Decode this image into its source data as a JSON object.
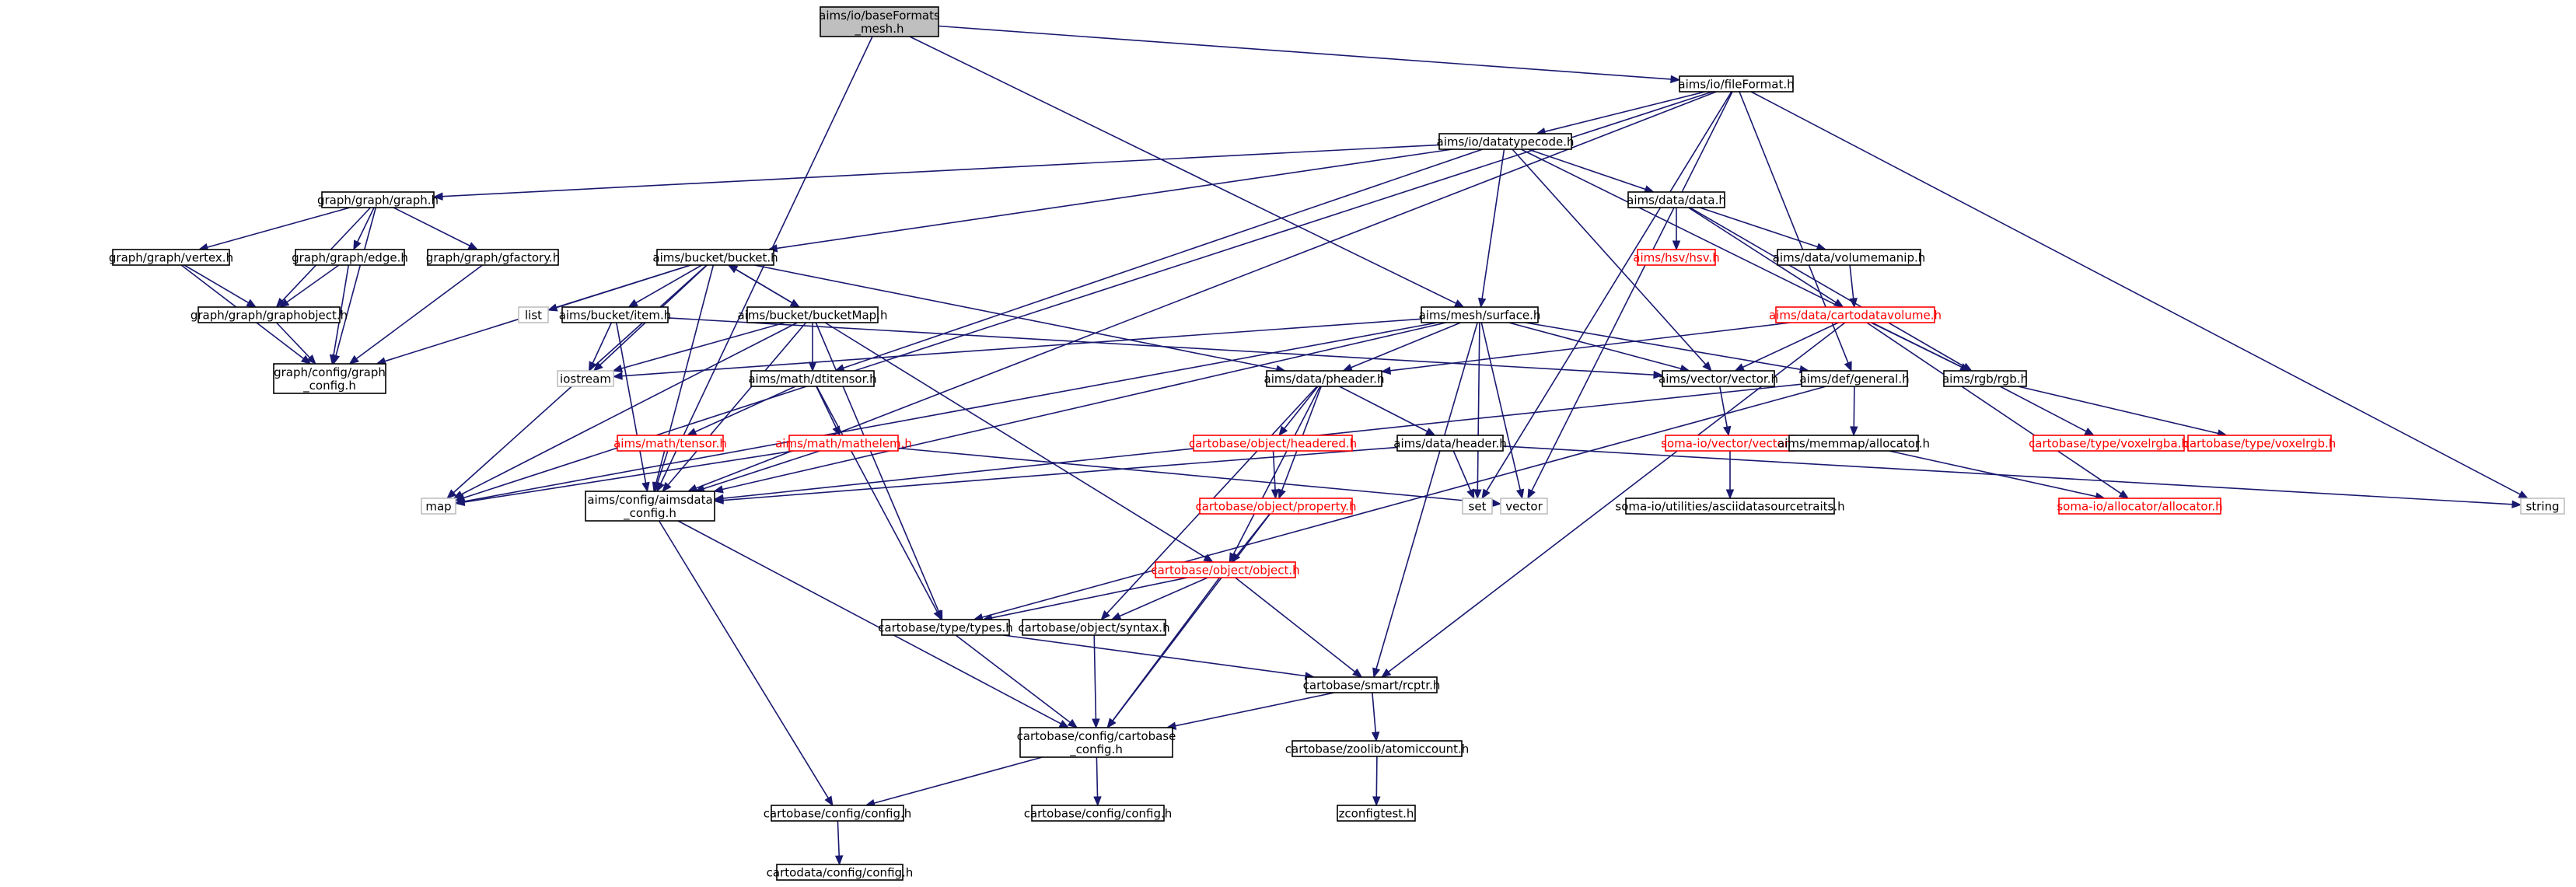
{
  "colors": {
    "edge": "#191970",
    "root_fill": "#bfbfbf",
    "node_border": "#000000",
    "missing_border": "#ff0000",
    "missing_text": "#ff0000",
    "system_border": "#bfbfbf",
    "text": "#000000"
  },
  "nodes": [
    {
      "id": "root",
      "label": [
        "aims/io/baseFormats",
        "_mesh.h"
      ],
      "style": "root"
    },
    {
      "id": "fileFormat",
      "label": [
        "aims/io/fileFormat.h"
      ],
      "style": "normal"
    },
    {
      "id": "datatypecode",
      "label": [
        "aims/io/datatypecode.h"
      ],
      "style": "normal"
    },
    {
      "id": "ggraph",
      "label": [
        "graph/graph/graph.h"
      ],
      "style": "normal"
    },
    {
      "id": "datah",
      "label": [
        "aims/data/data.h"
      ],
      "style": "normal"
    },
    {
      "id": "vertex",
      "label": [
        "graph/graph/vertex.h"
      ],
      "style": "normal"
    },
    {
      "id": "edgeh",
      "label": [
        "graph/graph/edge.h"
      ],
      "style": "normal"
    },
    {
      "id": "gfactory",
      "label": [
        "graph/graph/gfactory.h"
      ],
      "style": "normal"
    },
    {
      "id": "bucket",
      "label": [
        "aims/bucket/bucket.h"
      ],
      "style": "normal"
    },
    {
      "id": "hsv",
      "label": [
        "aims/hsv/hsv.h"
      ],
      "style": "missing"
    },
    {
      "id": "volmanip",
      "label": [
        "aims/data/volumemanip.h"
      ],
      "style": "normal"
    },
    {
      "id": "graphobject",
      "label": [
        "graph/graph/graphobject.h"
      ],
      "style": "normal"
    },
    {
      "id": "list",
      "label": [
        "list"
      ],
      "style": "system"
    },
    {
      "id": "bitem",
      "label": [
        "aims/bucket/item.h"
      ],
      "style": "normal"
    },
    {
      "id": "bucketMap",
      "label": [
        "aims/bucket/bucketMap.h"
      ],
      "style": "normal"
    },
    {
      "id": "surface",
      "label": [
        "aims/mesh/surface.h"
      ],
      "style": "normal"
    },
    {
      "id": "cartovol",
      "label": [
        "aims/data/cartodatavolume.h"
      ],
      "style": "missing"
    },
    {
      "id": "gconfig",
      "label": [
        "graph/config/graph",
        "_config.h"
      ],
      "style": "normal"
    },
    {
      "id": "iostream",
      "label": [
        "iostream"
      ],
      "style": "system"
    },
    {
      "id": "dtitensor",
      "label": [
        "aims/math/dtitensor.h"
      ],
      "style": "normal"
    },
    {
      "id": "pheader",
      "label": [
        "aims/data/pheader.h"
      ],
      "style": "normal"
    },
    {
      "id": "vvector",
      "label": [
        "aims/vector/vector.h"
      ],
      "style": "normal"
    },
    {
      "id": "general",
      "label": [
        "aims/def/general.h"
      ],
      "style": "normal"
    },
    {
      "id": "rgb",
      "label": [
        "aims/rgb/rgb.h"
      ],
      "style": "normal"
    },
    {
      "id": "tensor",
      "label": [
        "aims/math/tensor.h"
      ],
      "style": "missing"
    },
    {
      "id": "mathelem",
      "label": [
        "aims/math/mathelem.h"
      ],
      "style": "missing"
    },
    {
      "id": "headered",
      "label": [
        "cartobase/object/headered.h"
      ],
      "style": "missing"
    },
    {
      "id": "header",
      "label": [
        "aims/data/header.h"
      ],
      "style": "normal"
    },
    {
      "id": "somavector",
      "label": [
        "soma-io/vector/vector.h"
      ],
      "style": "missing"
    },
    {
      "id": "mmalloc",
      "label": [
        "aims/memmap/allocator.h"
      ],
      "style": "normal"
    },
    {
      "id": "voxelrgba",
      "label": [
        "cartobase/type/voxelrgba.h"
      ],
      "style": "missing"
    },
    {
      "id": "voxelrgb",
      "label": [
        "cartobase/type/voxelrgb.h"
      ],
      "style": "missing"
    },
    {
      "id": "map",
      "label": [
        "map"
      ],
      "style": "system"
    },
    {
      "id": "aimsdata",
      "label": [
        "aims/config/aimsdata",
        "_config.h"
      ],
      "style": "normal"
    },
    {
      "id": "set",
      "label": [
        "set"
      ],
      "style": "system"
    },
    {
      "id": "vector",
      "label": [
        "vector"
      ],
      "style": "system"
    },
    {
      "id": "asciitraits",
      "label": [
        "soma-io/utilities/asciidatasourcetraits.h"
      ],
      "style": "normal"
    },
    {
      "id": "somaalloc",
      "label": [
        "soma-io/allocator/allocator.h"
      ],
      "style": "missing"
    },
    {
      "id": "string",
      "label": [
        "string"
      ],
      "style": "system"
    },
    {
      "id": "property",
      "label": [
        "cartobase/object/property.h"
      ],
      "style": "missing"
    },
    {
      "id": "object",
      "label": [
        "cartobase/object/object.h"
      ],
      "style": "missing"
    },
    {
      "id": "types",
      "label": [
        "cartobase/type/types.h"
      ],
      "style": "normal"
    },
    {
      "id": "syntax",
      "label": [
        "cartobase/object/syntax.h"
      ],
      "style": "normal"
    },
    {
      "id": "rcptr",
      "label": [
        "cartobase/smart/rcptr.h"
      ],
      "style": "normal"
    },
    {
      "id": "cartoconfig",
      "label": [
        "cartobase/config/cartobase",
        "_config.h"
      ],
      "style": "normal"
    },
    {
      "id": "atomiccount",
      "label": [
        "cartobase/zoolib/atomiccount.h"
      ],
      "style": "normal"
    },
    {
      "id": "config1",
      "label": [
        "cartobase/config/config.h"
      ],
      "style": "normal"
    },
    {
      "id": "config2",
      "label": [
        "cartobase/config/config.h"
      ],
      "style": "normal"
    },
    {
      "id": "zconfigtest",
      "label": [
        "zconfigtest.h"
      ],
      "style": "normal"
    },
    {
      "id": "cartodataconfig",
      "label": [
        "cartodata/config/config.h"
      ],
      "style": "normal"
    }
  ],
  "edges": [
    [
      "root",
      "fileFormat"
    ],
    [
      "root",
      "surface"
    ],
    [
      "root",
      "aimsdata"
    ],
    [
      "fileFormat",
      "datatypecode"
    ],
    [
      "fileFormat",
      "general"
    ],
    [
      "fileFormat",
      "vector"
    ],
    [
      "fileFormat",
      "string"
    ],
    [
      "fileFormat",
      "set"
    ],
    [
      "fileFormat",
      "map"
    ],
    [
      "fileFormat",
      "aimsdata"
    ],
    [
      "datatypecode",
      "ggraph"
    ],
    [
      "datatypecode",
      "datah"
    ],
    [
      "datatypecode",
      "bucket"
    ],
    [
      "datatypecode",
      "surface"
    ],
    [
      "datatypecode",
      "dtitensor"
    ],
    [
      "datatypecode",
      "vvector"
    ],
    [
      "datatypecode",
      "rgb"
    ],
    [
      "ggraph",
      "vertex"
    ],
    [
      "ggraph",
      "edgeh"
    ],
    [
      "ggraph",
      "gfactory"
    ],
    [
      "ggraph",
      "graphobject"
    ],
    [
      "ggraph",
      "gconfig"
    ],
    [
      "vertex",
      "graphobject"
    ],
    [
      "vertex",
      "gconfig"
    ],
    [
      "edgeh",
      "graphobject"
    ],
    [
      "edgeh",
      "gconfig"
    ],
    [
      "gfactory",
      "gconfig"
    ],
    [
      "graphobject",
      "gconfig"
    ],
    [
      "datah",
      "hsv"
    ],
    [
      "datah",
      "volmanip"
    ],
    [
      "datah",
      "cartovol"
    ],
    [
      "datah",
      "rgb"
    ],
    [
      "volmanip",
      "cartovol"
    ],
    [
      "bucket",
      "list"
    ],
    [
      "bucket",
      "bitem"
    ],
    [
      "bucket",
      "bucketMap"
    ],
    [
      "bucket",
      "iostream"
    ],
    [
      "bucket",
      "pheader"
    ],
    [
      "bucket",
      "gconfig"
    ],
    [
      "bucket",
      "map"
    ],
    [
      "bucket",
      "aimsdata"
    ],
    [
      "bitem",
      "iostream"
    ],
    [
      "bitem",
      "vvector"
    ],
    [
      "bitem",
      "aimsdata"
    ],
    [
      "bucketMap",
      "bucket"
    ],
    [
      "bucketMap",
      "dtitensor"
    ],
    [
      "bucketMap",
      "iostream"
    ],
    [
      "bucketMap",
      "map"
    ],
    [
      "bucketMap",
      "aimsdata"
    ],
    [
      "bucketMap",
      "types"
    ],
    [
      "bucketMap",
      "object"
    ],
    [
      "surface",
      "iostream"
    ],
    [
      "surface",
      "pheader"
    ],
    [
      "surface",
      "vvector"
    ],
    [
      "surface",
      "general"
    ],
    [
      "surface",
      "set"
    ],
    [
      "surface",
      "vector"
    ],
    [
      "surface",
      "map"
    ],
    [
      "surface",
      "aimsdata"
    ],
    [
      "surface",
      "rcptr"
    ],
    [
      "cartovol",
      "pheader"
    ],
    [
      "cartovol",
      "vvector"
    ],
    [
      "cartovol",
      "rgb"
    ],
    [
      "cartovol",
      "somaalloc"
    ],
    [
      "cartovol",
      "rcptr"
    ],
    [
      "dtitensor",
      "tensor"
    ],
    [
      "dtitensor",
      "mathelem"
    ],
    [
      "dtitensor",
      "types"
    ],
    [
      "pheader",
      "headered"
    ],
    [
      "pheader",
      "header"
    ],
    [
      "pheader",
      "property"
    ],
    [
      "pheader",
      "object"
    ],
    [
      "pheader",
      "syntax"
    ],
    [
      "vvector",
      "somavector"
    ],
    [
      "general",
      "mmalloc"
    ],
    [
      "general",
      "aimsdata"
    ],
    [
      "general",
      "types"
    ],
    [
      "rgb",
      "voxelrgba"
    ],
    [
      "rgb",
      "voxelrgb"
    ],
    [
      "tensor",
      "aimsdata"
    ],
    [
      "mathelem",
      "map"
    ],
    [
      "mathelem",
      "vector"
    ],
    [
      "mathelem",
      "aimsdata"
    ],
    [
      "headered",
      "property"
    ],
    [
      "header",
      "set"
    ],
    [
      "header",
      "string"
    ],
    [
      "header",
      "aimsdata"
    ],
    [
      "somavector",
      "asciitraits"
    ],
    [
      "mmalloc",
      "somaalloc"
    ],
    [
      "aimsdata",
      "cartoconfig"
    ],
    [
      "aimsdata",
      "config1"
    ],
    [
      "property",
      "object"
    ],
    [
      "property",
      "cartoconfig"
    ],
    [
      "object",
      "types"
    ],
    [
      "object",
      "syntax"
    ],
    [
      "object",
      "rcptr"
    ],
    [
      "object",
      "cartoconfig"
    ],
    [
      "types",
      "rcptr"
    ],
    [
      "types",
      "cartoconfig"
    ],
    [
      "syntax",
      "cartoconfig"
    ],
    [
      "rcptr",
      "cartoconfig"
    ],
    [
      "rcptr",
      "atomiccount"
    ],
    [
      "cartoconfig",
      "config1"
    ],
    [
      "cartoconfig",
      "config2"
    ],
    [
      "config1",
      "cartodataconfig"
    ],
    [
      "atomiccount",
      "zconfigtest"
    ]
  ]
}
